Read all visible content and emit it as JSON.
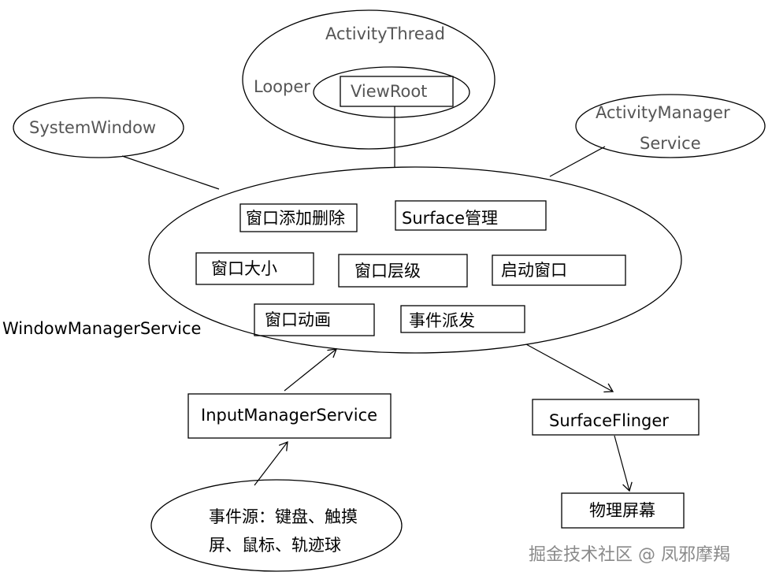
{
  "nodes": {
    "activity_thread": "ActivityThread",
    "looper": "Looper",
    "view_root": "ViewRoot",
    "system_window": "SystemWindow",
    "activity_manager_line1": "ActivityManager",
    "activity_manager_line2": "Service",
    "wms_label": "WindowManagerService",
    "window_add_remove": "窗口添加删除",
    "surface_manage": "Surface管理",
    "window_size": "窗口大小",
    "window_layer": "窗口层级",
    "start_window": "启动窗口",
    "window_animation": "窗口动画",
    "event_dispatch": "事件派发",
    "input_manager_service": "InputManagerService",
    "surface_flinger": "SurfaceFlinger",
    "physical_screen": "物理屏幕",
    "event_source_line1": "事件源：键盘、触摸",
    "event_source_line2": "屏、鼠标、轨迹球"
  },
  "watermark": "掘金技术社区 @ 凤邪摩羯"
}
